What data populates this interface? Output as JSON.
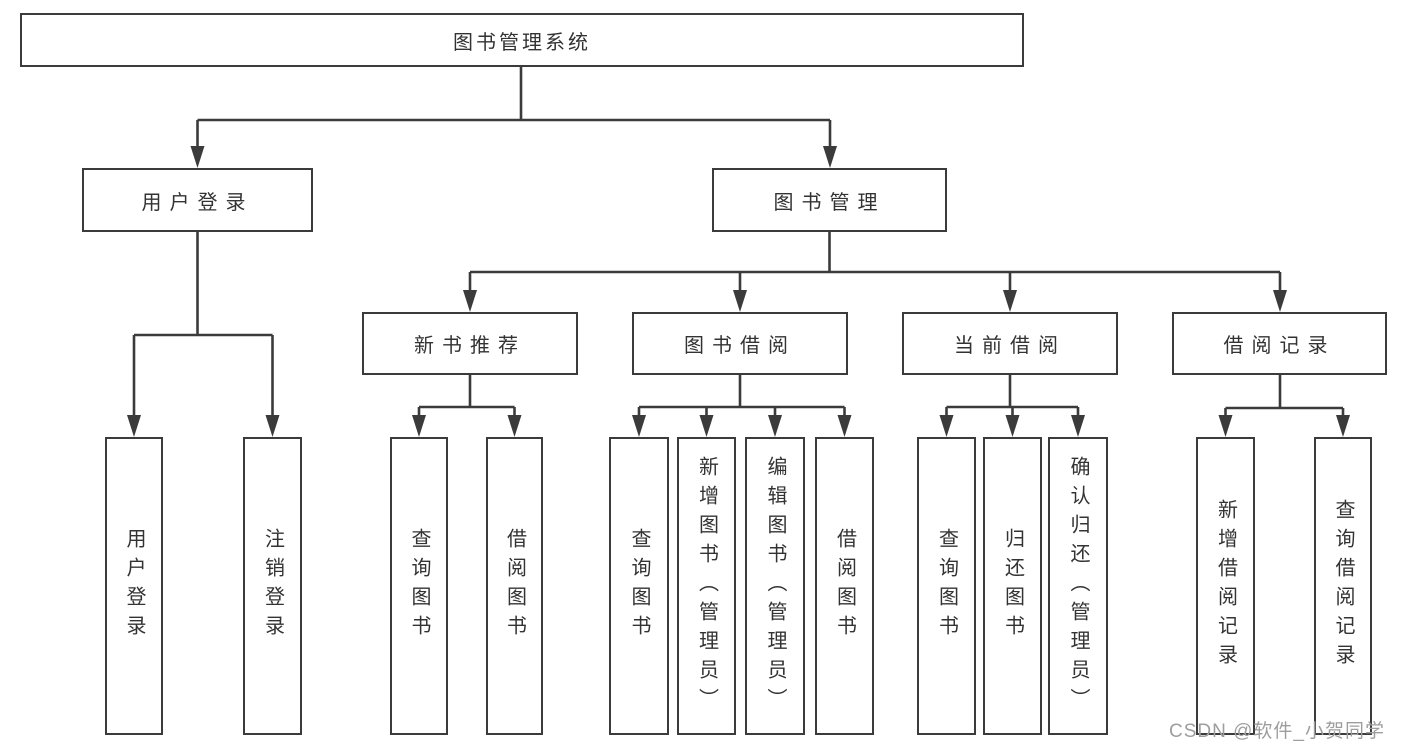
{
  "watermark": "CSDN @软件_小贺同学",
  "colors": {
    "line": "#3b3b3b",
    "text": "#333333",
    "watermark": "#9e9e9e"
  },
  "tree": {
    "label": "图书管理系统",
    "children": [
      {
        "label": "用户登录",
        "children": [
          {
            "label": "用户登录"
          },
          {
            "label": "注销登录"
          }
        ]
      },
      {
        "label": "图书管理",
        "children": [
          {
            "label": "新书推荐",
            "children": [
              {
                "label": "查询图书"
              },
              {
                "label": "借阅图书"
              }
            ]
          },
          {
            "label": "图书借阅",
            "children": [
              {
                "label": "查询图书"
              },
              {
                "label": "新增图书（管理员）"
              },
              {
                "label": "编辑图书（管理员）"
              },
              {
                "label": "借阅图书"
              }
            ]
          },
          {
            "label": "当前借阅",
            "children": [
              {
                "label": "查询图书"
              },
              {
                "label": "归还图书"
              },
              {
                "label": "确认归还（管理员）"
              }
            ]
          },
          {
            "label": "借阅记录",
            "children": [
              {
                "label": "新增借阅记录"
              },
              {
                "label": "查询借阅记录"
              }
            ]
          }
        ]
      }
    ]
  }
}
